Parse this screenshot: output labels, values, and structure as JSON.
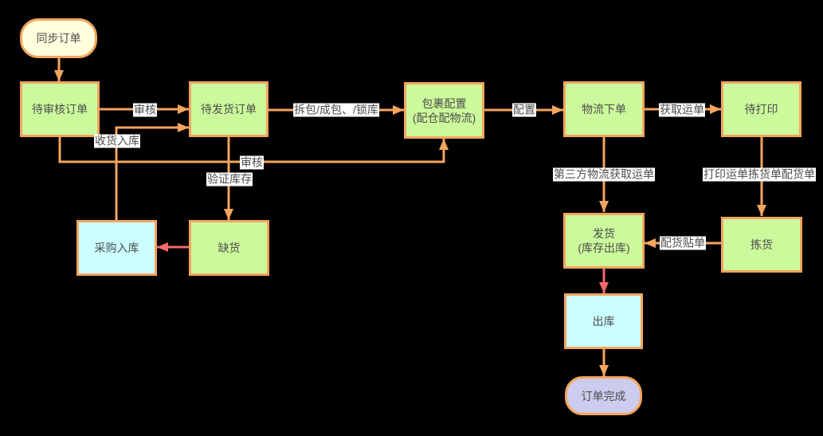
{
  "diagram_title": "order-fulfillment-flowchart",
  "palette": {
    "background": "#000000",
    "node_border": "#f4a55f",
    "connector": "#f4a55f",
    "connector_red": "#f4696a",
    "node_fill_green": "#ccf99c",
    "node_fill_cyan": "#ccffff",
    "node_fill_yellow": "#fffedd",
    "node_fill_purple": "#ccccee",
    "edge_label_background": "#ffffff",
    "text_color": "#4d4d4d"
  },
  "nodes": {
    "sync_order": {
      "label": "同步订单",
      "shape": "rounded",
      "fill": "yellow"
    },
    "pending_review": {
      "label": "待审核订单",
      "shape": "rect",
      "fill": "green"
    },
    "pending_ship": {
      "label": "待发货订单",
      "shape": "rect",
      "fill": "green"
    },
    "package_config": {
      "label": "包裹配置\n(配仓配物流)",
      "shape": "rect",
      "fill": "green"
    },
    "logistics_order": {
      "label": "物流下单",
      "shape": "rect",
      "fill": "green"
    },
    "pending_print": {
      "label": "待打印",
      "shape": "rect",
      "fill": "green"
    },
    "purchase_inbound": {
      "label": "采购入库",
      "shape": "rect",
      "fill": "cyan"
    },
    "out_of_stock": {
      "label": "缺货",
      "shape": "rect",
      "fill": "green"
    },
    "ship_goods": {
      "label": "发货\n(库存出库)",
      "shape": "rect",
      "fill": "green"
    },
    "picking": {
      "label": "拣货",
      "shape": "rect",
      "fill": "green"
    },
    "outbound": {
      "label": "出库",
      "shape": "rect",
      "fill": "cyan"
    },
    "order_complete": {
      "label": "订单完成",
      "shape": "rounded",
      "fill": "purple"
    }
  },
  "edges": {
    "review_to_ship": {
      "label": "审核"
    },
    "purchase_to_ship": {
      "label": "收货入库"
    },
    "review_to_package": {
      "label": "审核"
    },
    "ship_to_package": {
      "label": "拆包/成包、/锁库"
    },
    "ship_to_outofstock": {
      "label": "验证库存"
    },
    "package_to_logistics": {
      "label": "配置"
    },
    "logistics_to_print": {
      "label": "获取运单"
    },
    "logistics_to_shipout": {
      "label": "第三方物流获取运单"
    },
    "print_to_picking": {
      "label": "打印运单拣货单配货单"
    },
    "picking_to_shipout": {
      "label": "配货贴单"
    }
  }
}
